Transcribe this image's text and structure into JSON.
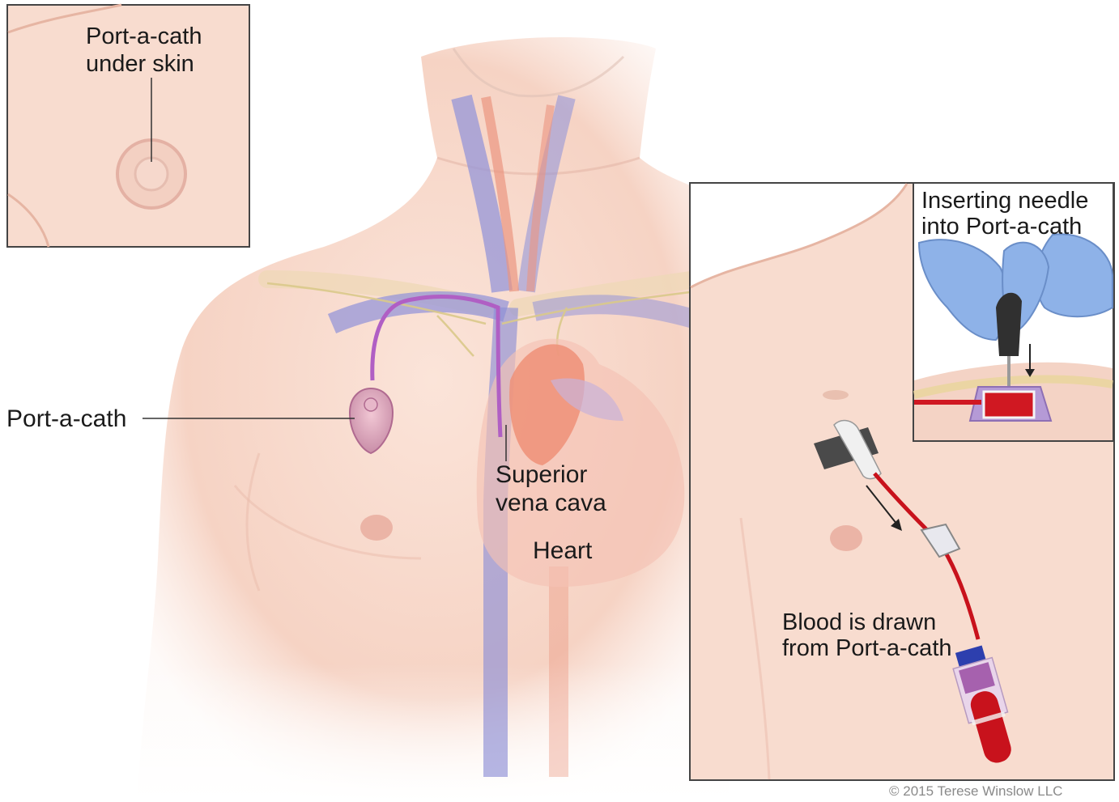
{
  "labels": {
    "inset_skin_line1": "Port-a-cath",
    "inset_skin_line2": "under skin",
    "port_a_cath": "Port-a-cath",
    "svc_line1": "Superior",
    "svc_line2": "vena cava",
    "heart": "Heart",
    "needle_line1": "Inserting needle",
    "needle_line2": "into Port-a-cath",
    "blood_line1": "Blood is drawn",
    "blood_line2": "from Port-a-cath"
  },
  "credit": "© 2015 Terese Winslow LLC",
  "colors": {
    "skin": "#f7d9cc",
    "skin_shadow": "#e9b8a6",
    "vein": "#8d8fd6",
    "artery": "#e8907a",
    "heart": "#f2a48f",
    "catheter": "#b05fc4",
    "blood": "#c8121c",
    "glove": "#8eb2e8",
    "nerve": "#d9c98a"
  }
}
